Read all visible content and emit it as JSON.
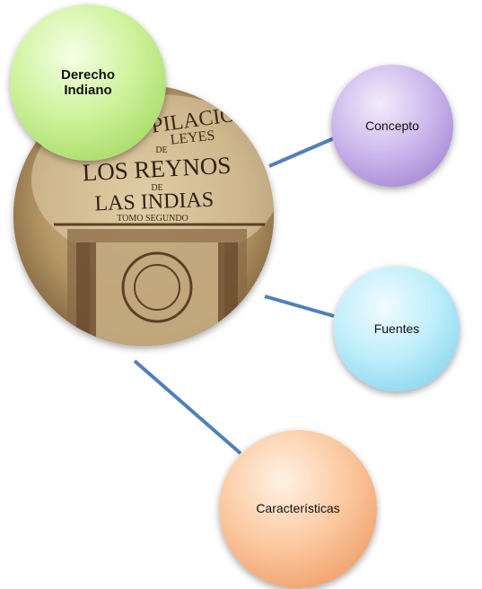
{
  "diagram": {
    "center_node": {
      "image": "book-cover-recopilacion-leyes-indias",
      "cover_text": [
        "PILACION",
        "LEYES",
        "DE",
        "LOS REYNOS",
        "DE",
        "LAS INDIAS",
        "TOMO SEGUNDO"
      ]
    },
    "title_node": {
      "label": "Derecho Indiano",
      "color": "#c6f08f"
    },
    "nodes": [
      {
        "label": "Concepto",
        "color": "#c9b3ea"
      },
      {
        "label": "Fuentes",
        "color": "#b8ecfb"
      },
      {
        "label": "Características",
        "color": "#f9c39a"
      }
    ],
    "connector_color": "#4f7fbd"
  }
}
